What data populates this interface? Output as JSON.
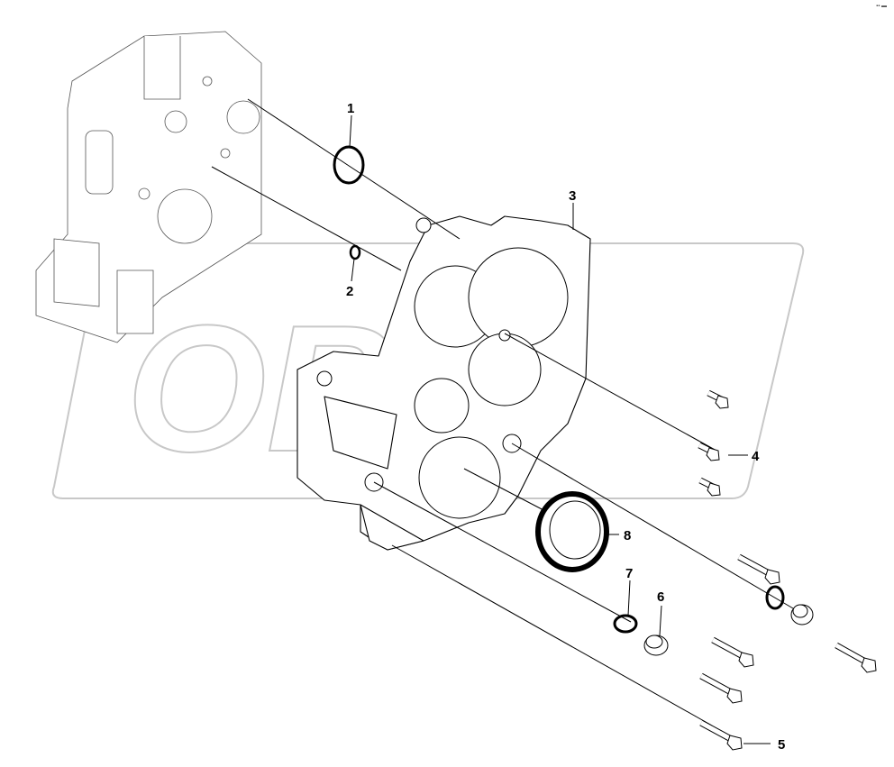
{
  "watermark": {
    "text": "OBX",
    "color": "#c8c8c8"
  },
  "callouts": [
    {
      "id": "1",
      "label": "1"
    },
    {
      "id": "2",
      "label": "2"
    },
    {
      "id": "3",
      "label": "3"
    },
    {
      "id": "4",
      "label": "4"
    },
    {
      "id": "5",
      "label": "5"
    },
    {
      "id": "6",
      "label": "6"
    },
    {
      "id": "7",
      "label": "7"
    },
    {
      "id": "8",
      "label": "8"
    }
  ],
  "corner_mark": "▪▪ ▬"
}
